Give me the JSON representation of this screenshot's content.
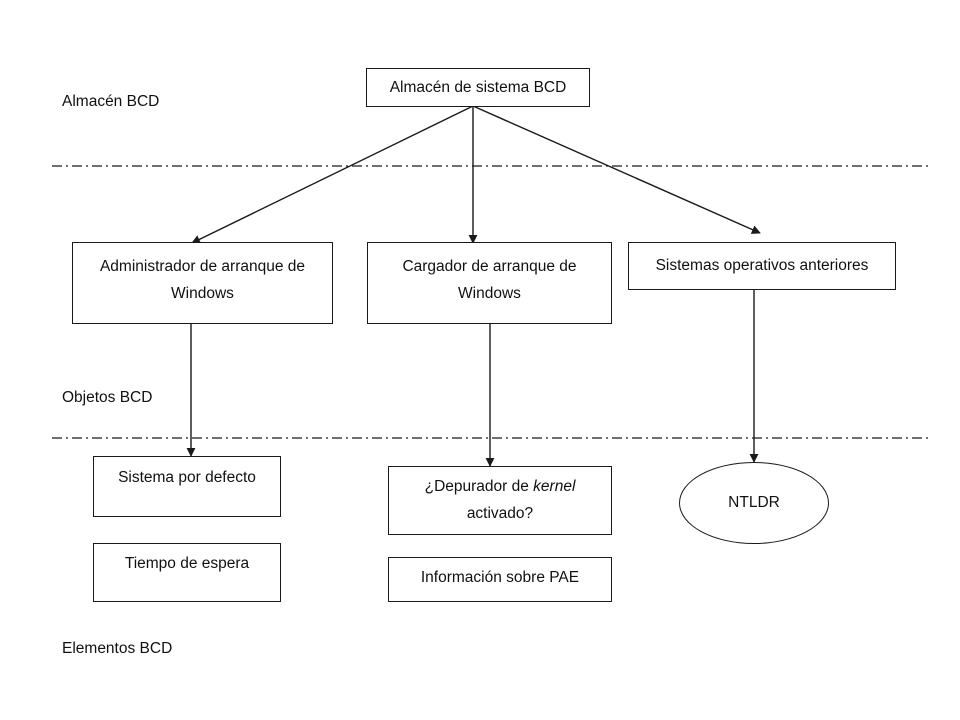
{
  "levels": {
    "store": "Almacén BCD",
    "objects": "Objetos BCD",
    "elements": "Elementos BCD"
  },
  "nodes": {
    "root": "Almacén de sistema BCD",
    "boot_manager": {
      "line1": "Administrador de arranque de",
      "line2": "Windows"
    },
    "boot_loader": {
      "line1": "Cargador de arranque de",
      "line2": "Windows"
    },
    "legacy_os": "Sistemas operativos anteriores",
    "default_system": "Sistema por defecto",
    "timeout": "Tiempo de espera",
    "kernel_debugger": {
      "prefix": "¿Depurador de ",
      "emphasis": "kernel",
      "line2": "activado?"
    },
    "pae_info": "Información sobre PAE",
    "ntldr": "NTLDR"
  },
  "colors": {
    "line": "#1a1a1a",
    "background": "#ffffff"
  }
}
